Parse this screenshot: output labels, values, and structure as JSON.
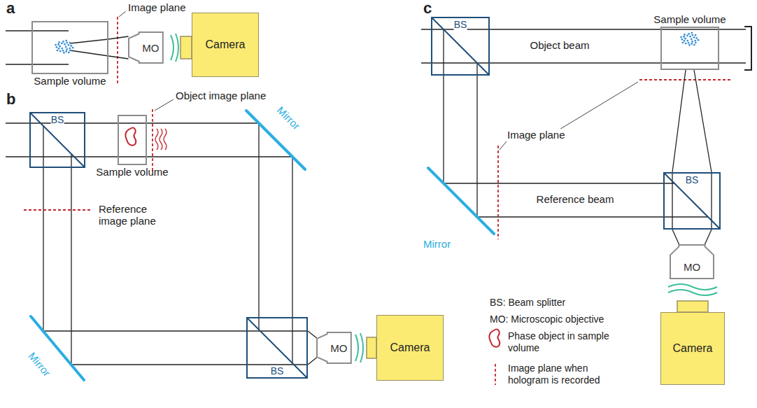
{
  "diagram": {
    "nodes": [
      {
        "text": [
          "Sample volume"
        ]
      },
      {
        "text": [
          "MO"
        ]
      },
      {
        "text": [
          "Camera"
        ]
      },
      {
        "text": [
          "BS"
        ]
      },
      {
        "text": [
          "Sample volume"
        ]
      },
      {
        "text": [
          "BS"
        ]
      },
      {
        "text": [
          "MO"
        ]
      },
      {
        "text": [
          "Camera"
        ]
      },
      {
        "text": [
          "BS"
        ]
      },
      {
        "text": [
          "Sample volume"
        ]
      },
      {
        "text": [
          "BS"
        ]
      },
      {
        "text": [
          "MO"
        ]
      },
      {
        "text": [
          "Camera"
        ]
      }
    ],
    "edges": [
      {
        "from": 0,
        "to": 1,
        "arrow": "none"
      },
      {
        "from": 3,
        "to": 4,
        "arrow": "none"
      },
      {
        "from": 5,
        "to": 6,
        "arrow": "none"
      },
      {
        "from": 8,
        "to": 9,
        "arrow": "none"
      },
      {
        "from": 9,
        "to": 10,
        "arrow": "none"
      },
      {
        "from": 10,
        "to": 11,
        "arrow": "none"
      }
    ],
    "labels": [
      "a",
      "Image plane",
      "b",
      "Object image plane",
      "Mirror",
      "Reference image plane",
      "Mirror",
      "c",
      "Object beam",
      "Image plane",
      "Mirror",
      "Reference beam"
    ],
    "legend": [
      {
        "text": "BS: Beam splitter"
      },
      {
        "text": "MO: Microscopic objective"
      },
      {
        "text": "Phase object in sample volume"
      },
      {
        "text": "Image plane when hologram is recorded"
      }
    ]
  }
}
